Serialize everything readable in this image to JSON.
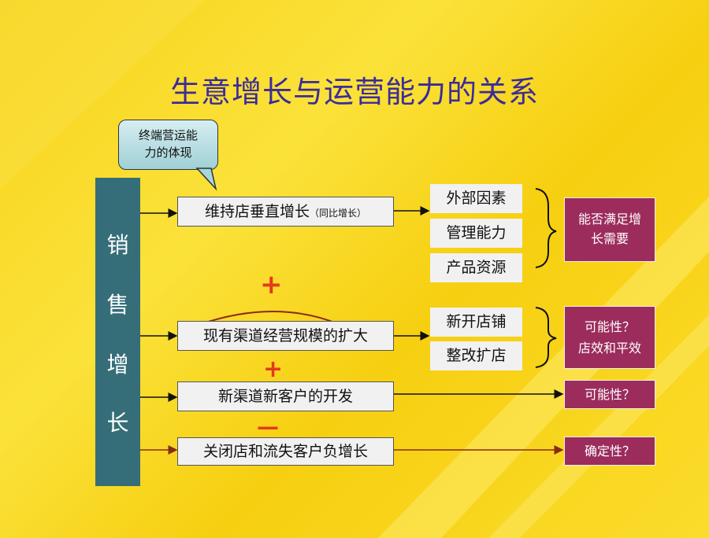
{
  "title": "生意增长与运营能力的关系",
  "callout": {
    "line1": "终端营运能",
    "line2": "力的体现"
  },
  "vertical_label": [
    "销",
    "售",
    "增",
    "长"
  ],
  "rows": {
    "vertical_growth": {
      "main": "维持店垂直增长",
      "sub": "（同比增长）"
    },
    "expand_channel": "现有渠道经营规模的扩大",
    "new_channel": "新渠道新客户的开发",
    "close_loss": "关闭店和流失客户负增长"
  },
  "factors_top": [
    "外部因素",
    "管理能力",
    "产品资源"
  ],
  "factors_mid": [
    "新开店铺",
    "整改扩店"
  ],
  "outcomes": {
    "top": {
      "line1": "能否满足增",
      "line2": "长需要"
    },
    "mid": {
      "line1": "可能性？",
      "line2": "店效和平效"
    },
    "new": "可能性？",
    "close": "确定性？"
  },
  "operators": {
    "plus1": "+",
    "plus2": "+",
    "minus": "—"
  },
  "colors": {
    "background": "#f7d31a",
    "title": "#3b2c99",
    "bar": "#356e78",
    "outcome": "#9b2c5c",
    "operator": "#e33a1e"
  }
}
